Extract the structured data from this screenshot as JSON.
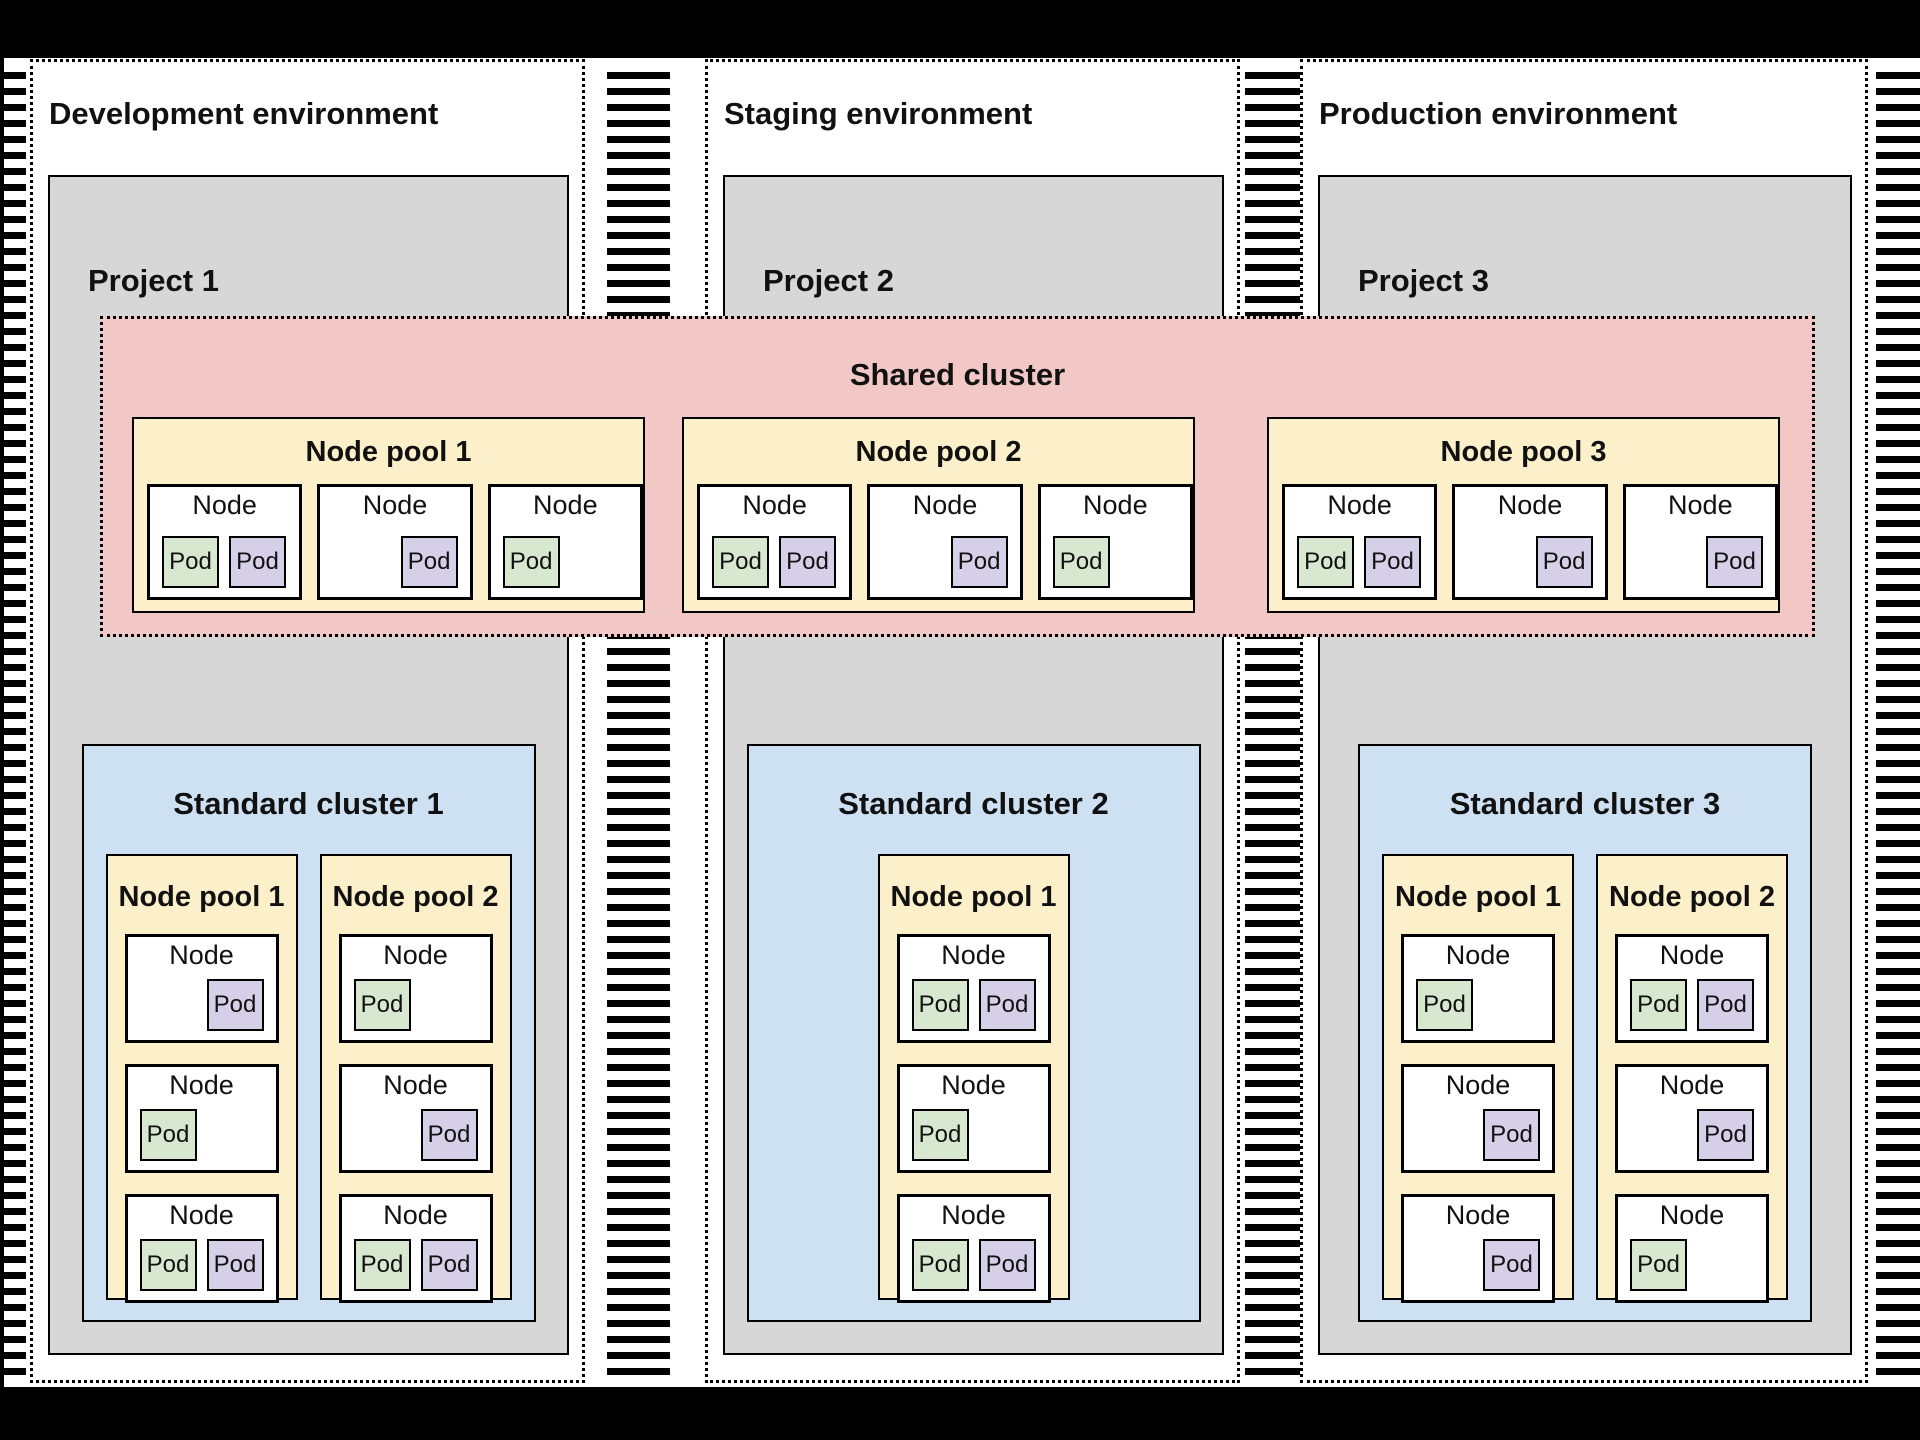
{
  "labels": {
    "node": "Node",
    "pod": "Pod"
  },
  "colors": {
    "frame_black": "#000000",
    "environment_bg": "#ffffff",
    "project_gray": "#d7d7d7",
    "shared_cluster_pink": "#f2c8c6",
    "node_pool_yellow": "#fcf0cb",
    "standard_cluster_blue": "#cde1f2",
    "node_white": "#ffffff",
    "pod_green": "#d8e8d0",
    "pod_purple": "#d6cfe8",
    "border_black": "#000000",
    "hatch_black": "#000000"
  },
  "shared_cluster": {
    "title": "Shared cluster",
    "pools": [
      {
        "title": "Node pool 1",
        "nodes": [
          {
            "pods": [
              "green",
              "purple"
            ],
            "align": "left"
          },
          {
            "pods": [
              "purple"
            ],
            "align": "right"
          },
          {
            "pods": [
              "green"
            ],
            "align": "left"
          }
        ]
      },
      {
        "title": "Node pool 2",
        "nodes": [
          {
            "pods": [
              "green",
              "purple"
            ],
            "align": "left"
          },
          {
            "pods": [
              "purple"
            ],
            "align": "right"
          },
          {
            "pods": [
              "green"
            ],
            "align": "left"
          }
        ]
      },
      {
        "title": "Node pool 3",
        "nodes": [
          {
            "pods": [
              "green",
              "purple"
            ],
            "align": "left"
          },
          {
            "pods": [
              "purple"
            ],
            "align": "right"
          },
          {
            "pods": [
              "purple"
            ],
            "align": "right"
          }
        ]
      }
    ]
  },
  "environments": [
    {
      "title": "Development environment",
      "project": {
        "title": "Project 1"
      },
      "cluster": {
        "title": "Standard cluster 1",
        "pools": [
          {
            "title": "Node pool 1",
            "nodes": [
              {
                "pods": [
                  "purple"
                ],
                "align": "right"
              },
              {
                "pods": [
                  "green"
                ],
                "align": "left"
              },
              {
                "pods": [
                  "green",
                  "purple"
                ],
                "align": "left"
              }
            ]
          },
          {
            "title": "Node pool 2",
            "nodes": [
              {
                "pods": [
                  "green"
                ],
                "align": "left"
              },
              {
                "pods": [
                  "purple"
                ],
                "align": "right"
              },
              {
                "pods": [
                  "green",
                  "purple"
                ],
                "align": "left"
              }
            ]
          }
        ]
      }
    },
    {
      "title": "Staging environment",
      "project": {
        "title": "Project 2"
      },
      "cluster": {
        "title": "Standard cluster 2",
        "pools": [
          {
            "title": "Node pool 1",
            "nodes": [
              {
                "pods": [
                  "green",
                  "purple"
                ],
                "align": "left"
              },
              {
                "pods": [
                  "green"
                ],
                "align": "left"
              },
              {
                "pods": [
                  "green",
                  "purple"
                ],
                "align": "left"
              }
            ]
          }
        ]
      }
    },
    {
      "title": "Production environment",
      "project": {
        "title": "Project 3"
      },
      "cluster": {
        "title": "Standard cluster 3",
        "pools": [
          {
            "title": "Node pool 1",
            "nodes": [
              {
                "pods": [
                  "green"
                ],
                "align": "left"
              },
              {
                "pods": [
                  "purple"
                ],
                "align": "right"
              },
              {
                "pods": [
                  "purple"
                ],
                "align": "right"
              }
            ]
          },
          {
            "title": "Node pool 2",
            "nodes": [
              {
                "pods": [
                  "green",
                  "purple"
                ],
                "align": "left"
              },
              {
                "pods": [
                  "purple"
                ],
                "align": "right"
              },
              {
                "pods": [
                  "green"
                ],
                "align": "left"
              }
            ]
          }
        ]
      }
    }
  ]
}
